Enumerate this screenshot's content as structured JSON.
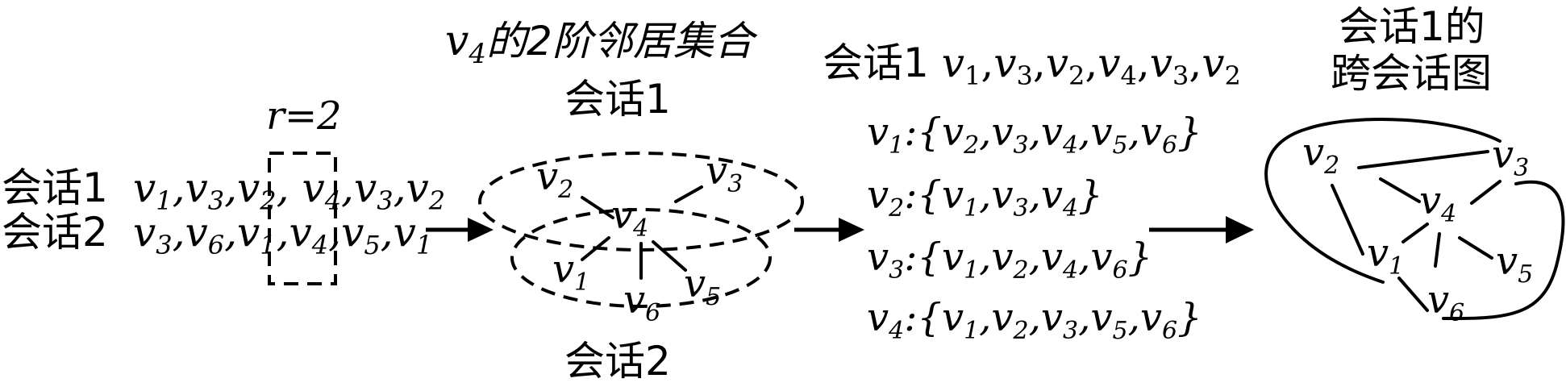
{
  "sessions_input": [
    {
      "label": "会话1",
      "sequence": "v1,v3,v2, v4,v3,v2"
    },
    {
      "label": "会话2",
      "sequence": "v3,v6,v1,v4,v5,v1"
    }
  ],
  "radius_label": "r=2",
  "neighbor_panel": {
    "title": "v4的2阶邻居集合",
    "session1": "会话1",
    "session2": "会话2",
    "nodes": [
      "v2",
      "v3",
      "v4",
      "v1",
      "v6",
      "v5"
    ]
  },
  "neighbor_sets": {
    "header": "会话1 v1,v3,v2,v4,v3,v2",
    "rows": [
      "v1:{v2,v3,v4,v5,v6}",
      "v2:{v1,v3,v4}",
      "v3:{v1,v2,v4,v6}",
      "v4:{v1,v2,v3,v5,v6}"
    ]
  },
  "cross_graph": {
    "title_line1": "会话1的",
    "title_line2": "跨会话图",
    "nodes": [
      "v2",
      "v3",
      "v4",
      "v1",
      "v5",
      "v6"
    ]
  }
}
